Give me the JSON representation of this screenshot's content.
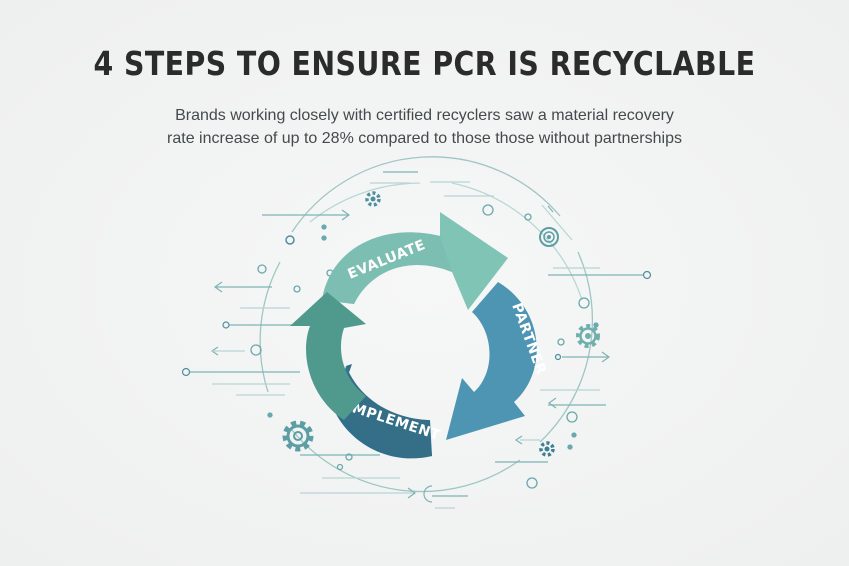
{
  "title": "4 STEPS TO ENSURE PCR IS RECYCLABLE",
  "subtitle": {
    "line1": "Brands working closely with certified recyclers saw a material  recovery",
    "line2": "rate increase of up to 28% compared to those those without partnerships"
  },
  "cycle": {
    "steps": [
      {
        "label": "EVALUATE",
        "color": "#7cc2b5"
      },
      {
        "label": "PARTNER",
        "color": "#4a93b0"
      },
      {
        "label": "IMPLEMENT",
        "color": "#2f6f8a"
      },
      {
        "label": "",
        "color": "#4f9a8c"
      }
    ]
  },
  "icons": [
    "gear-icon",
    "recycle-icon",
    "circuit-node-icon",
    "arrow-icon"
  ]
}
